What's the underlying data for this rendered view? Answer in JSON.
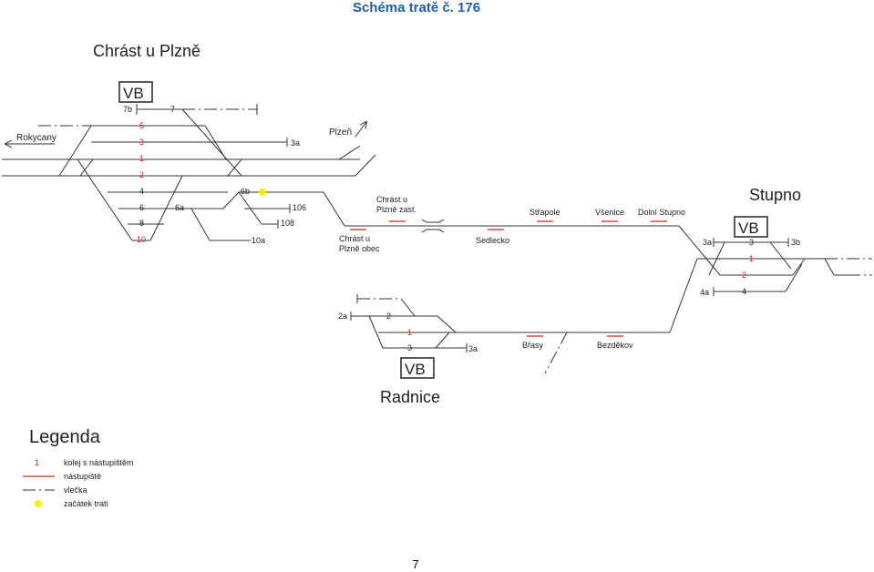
{
  "title": "Schéma tratě č. 176",
  "page_number": "7",
  "colors": {
    "title": "#1f5fa8",
    "track": "#333333",
    "platform": "#d62020",
    "start": "#ffee00"
  },
  "stations": {
    "chrast": "Chrást u Plzně",
    "stupno": "Stupno",
    "radnice": "Radnice",
    "vb": "VB"
  },
  "directions": {
    "rokycany": "Rokycany",
    "plzen": "Plzeň"
  },
  "stops": {
    "chrast_obec_1": "Chrást u",
    "chrast_obec_2": "Plzně obec",
    "chrast_zast_1": "Chrást u",
    "chrast_zast_2": "Plzně zast.",
    "sedlecko": "Sedlecko",
    "strapole": "Střapole",
    "vsenice": "Všenice",
    "dolni_stupno": "Dolní Stupno",
    "brasy": "Břasy",
    "bezdekov": "Bezděkov"
  },
  "tracks": {
    "chrast": {
      "t7b": "7b",
      "t7": "7",
      "t5": "5",
      "t3": "3",
      "t3a": "3a",
      "t1": "1",
      "t2": "2",
      "t4": "4",
      "t6": "6",
      "t6a": "6a",
      "t6b": "6b",
      "t8": "8",
      "t10": "10",
      "t106": "106",
      "t108": "108",
      "t10a": "10a"
    },
    "stupno": {
      "t3a": "3a",
      "t3": "3",
      "t3b": "3b",
      "t1": "1",
      "t2": "2",
      "t4a": "4a",
      "t4": "4"
    },
    "radnice": {
      "t2a": "2a",
      "t2": "2",
      "t1": "1",
      "t3": "3",
      "t3a": "3a"
    }
  },
  "legend": {
    "heading": "Legenda",
    "items": [
      {
        "symbol": "1",
        "label": "kolej s nástupištěm"
      },
      {
        "symbol": "",
        "label": "nástupiště"
      },
      {
        "symbol": "",
        "label": "vlečka"
      },
      {
        "symbol": "",
        "label": "začátek trati"
      }
    ]
  }
}
